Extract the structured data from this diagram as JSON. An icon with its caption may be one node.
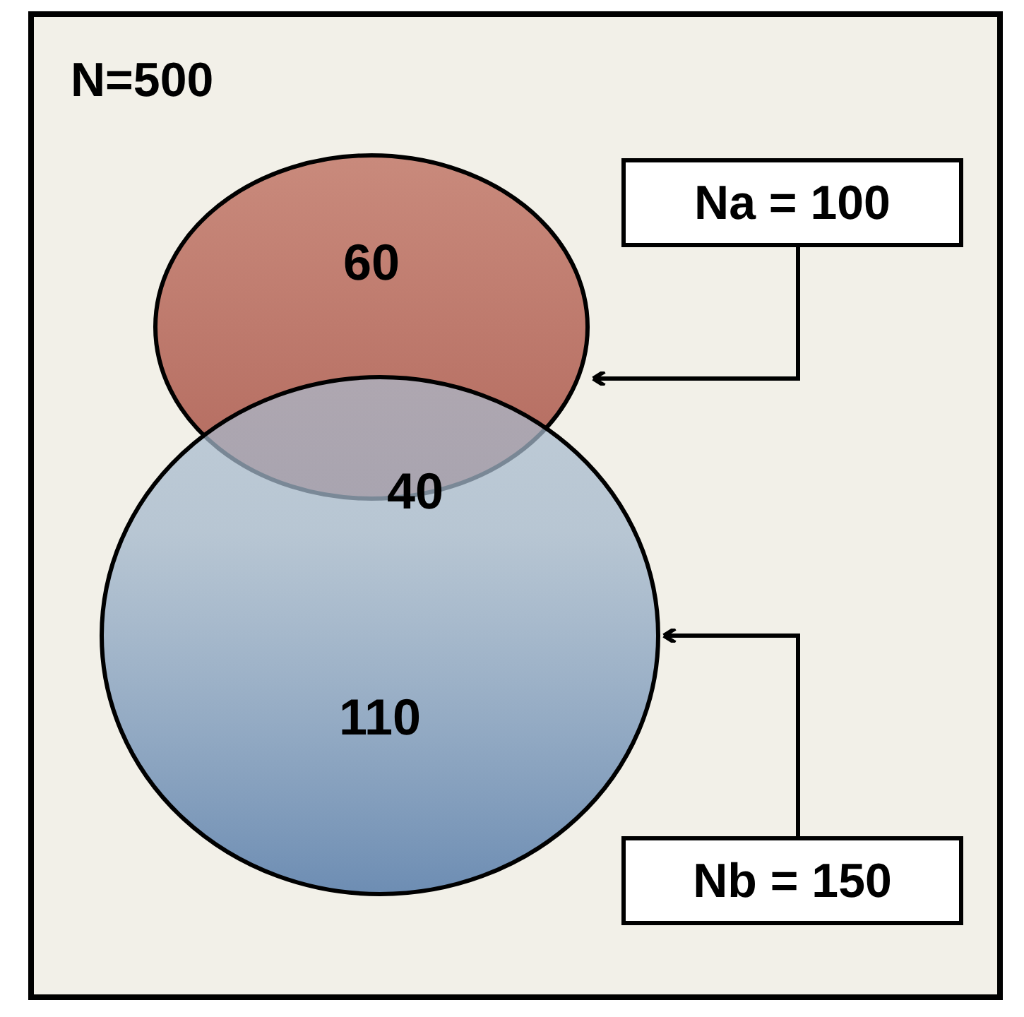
{
  "diagram": {
    "nodes": [
      {
        "text": [
          "N=500"
        ]
      },
      {
        "text": [
          "60"
        ],
        "in": 0
      },
      {
        "text": [
          "110"
        ],
        "in": 0
      },
      {
        "text": [
          "Na = 100"
        ],
        "in": 0
      },
      {
        "text": [
          "Nb = 150"
        ],
        "in": 0
      }
    ],
    "edges": [
      {
        "from": 3,
        "to": 1,
        "arrow": "to"
      },
      {
        "from": 4,
        "to": 2,
        "arrow": "to"
      }
    ],
    "labels": [
      "40"
    ]
  }
}
